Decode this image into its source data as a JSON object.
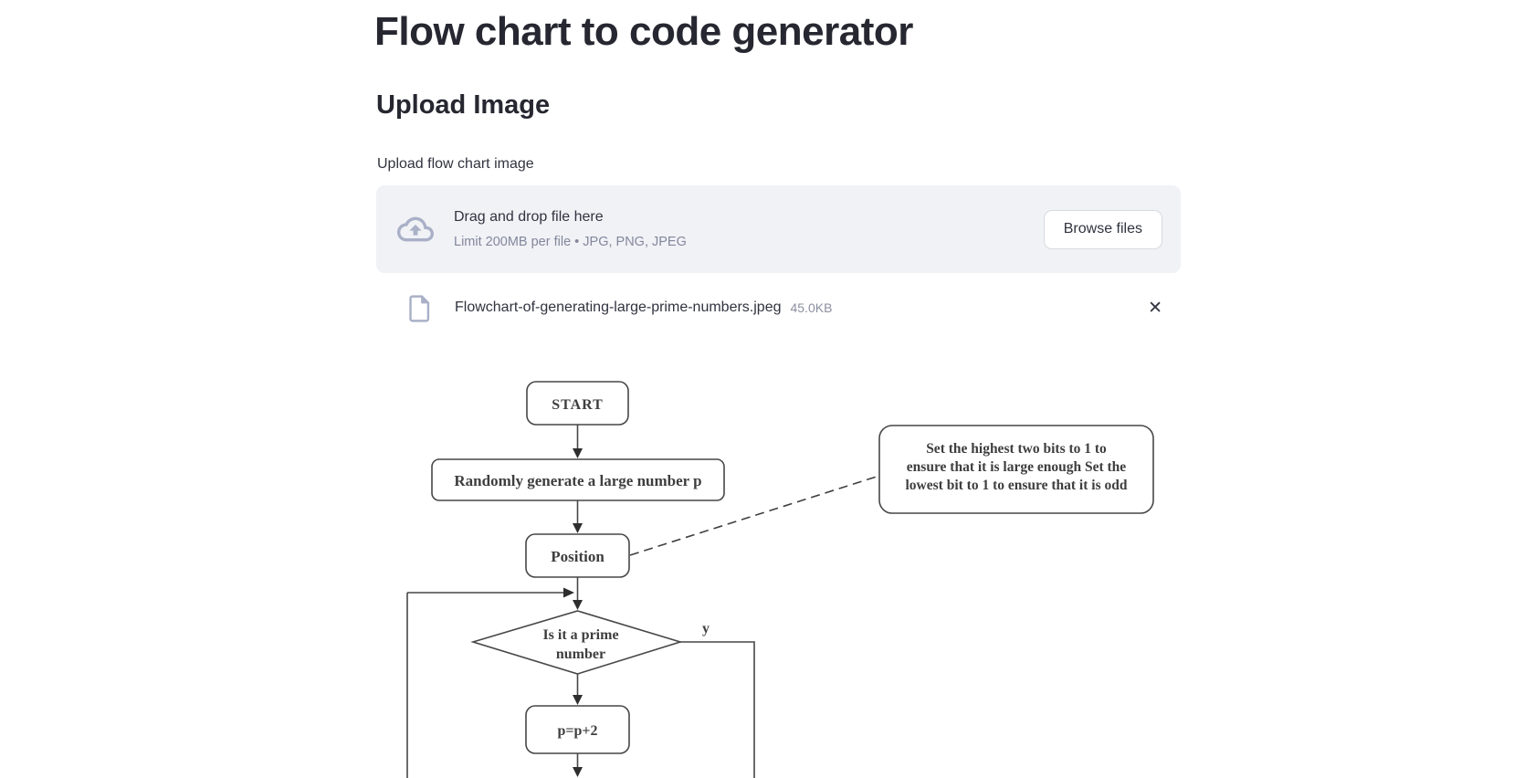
{
  "app": {
    "title": "Flow chart to code generator"
  },
  "upload": {
    "heading": "Upload Image",
    "field_label": "Upload flow chart image",
    "dropzone": {
      "instruction": "Drag and drop file here",
      "limit_text": "Limit 200MB per file • JPG, PNG, JPEG",
      "browse_label": "Browse files"
    },
    "file": {
      "name": "Flowchart-of-generating-large-prime-numbers.jpeg",
      "size": "45.0KB"
    }
  },
  "icons": {
    "close": "✕"
  },
  "colors": {
    "heading_text": "#262730",
    "body_text": "#31333f",
    "muted_text": "#83879b",
    "dropzone_bg": "#f0f2f6",
    "icon_accent": "#a9b0c7",
    "diagram_stroke": "#474747"
  },
  "flowchart": {
    "start": "START",
    "generate_step": "Randomly generate a large number p",
    "position_step": "Position",
    "note": {
      "line1": "Set the highest two bits to 1 to",
      "line2": "ensure that it is large enough Set the",
      "line3": "lowest bit to 1 to ensure that it is odd"
    },
    "decision": {
      "line1": "Is it a prime",
      "line2": "number"
    },
    "yes_label": "y",
    "increment_step": "p=p+2"
  }
}
